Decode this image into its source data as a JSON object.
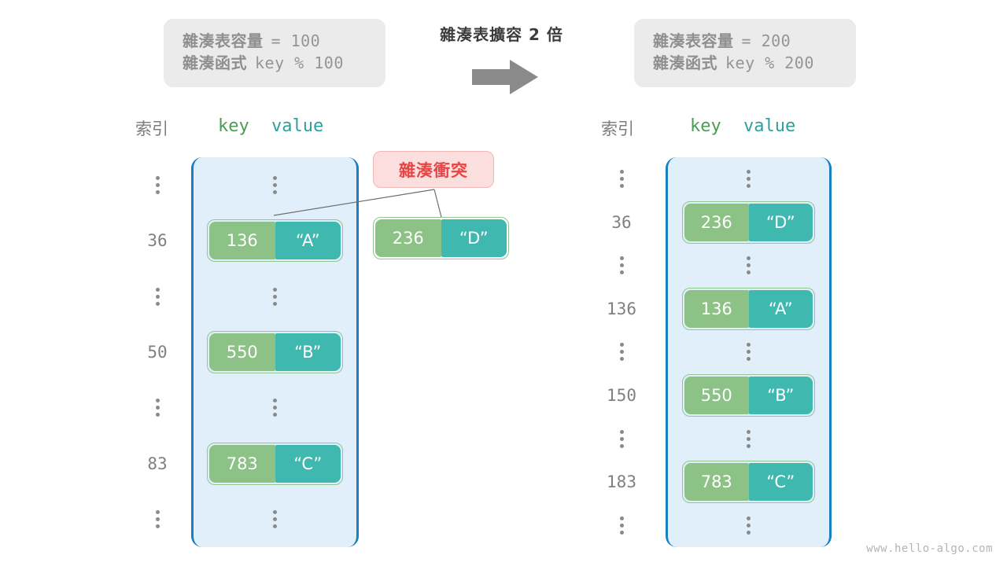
{
  "colors": {
    "bucket_bg": "#e1effb",
    "bucket_border": "#1a7ec2",
    "key_cell": "#8cc286",
    "value_cell": "#3fb8b0",
    "pair_border": "#8fc78f",
    "callout_bg": "#fbdede",
    "callout_text": "#e64545",
    "info_bg": "#ebebeb",
    "info_text": "#8f8f8f",
    "index_text": "#808080",
    "arrow": "#8a8a8a"
  },
  "info_left": {
    "capacity_label": "雜湊表容量",
    "capacity_expr": "= 100",
    "function_label": "雜湊函式",
    "function_expr": "key % 100"
  },
  "info_right": {
    "capacity_label": "雜湊表容量",
    "capacity_expr": "= 200",
    "function_label": "雜湊函式",
    "function_expr": "key % 200"
  },
  "transform": {
    "title": "雜湊表擴容 2 倍",
    "arrow_icon": "right-arrow-icon"
  },
  "headers": {
    "index": "索引",
    "key": "key",
    "value": "value"
  },
  "collision": {
    "label": "雜湊衝突",
    "floating_key": "236",
    "floating_value": "“D”"
  },
  "left_table": {
    "rows": [
      {
        "index": "",
        "type": "dots"
      },
      {
        "index": "36",
        "type": "pair",
        "key": "136",
        "value": "“A”"
      },
      {
        "index": "",
        "type": "dots"
      },
      {
        "index": "50",
        "type": "pair",
        "key": "550",
        "value": "“B”"
      },
      {
        "index": "",
        "type": "dots"
      },
      {
        "index": "83",
        "type": "pair",
        "key": "783",
        "value": "“C”"
      },
      {
        "index": "",
        "type": "dots"
      }
    ]
  },
  "right_table": {
    "rows": [
      {
        "index": "",
        "type": "dots"
      },
      {
        "index": "36",
        "type": "pair",
        "key": "236",
        "value": "“D”"
      },
      {
        "index": "",
        "type": "dots"
      },
      {
        "index": "136",
        "type": "pair",
        "key": "136",
        "value": "“A”"
      },
      {
        "index": "",
        "type": "dots"
      },
      {
        "index": "150",
        "type": "pair",
        "key": "550",
        "value": "“B”"
      },
      {
        "index": "",
        "type": "dots"
      },
      {
        "index": "183",
        "type": "pair",
        "key": "783",
        "value": "“C”"
      },
      {
        "index": "",
        "type": "dots"
      }
    ]
  },
  "watermark": "www.hello-algo.com"
}
